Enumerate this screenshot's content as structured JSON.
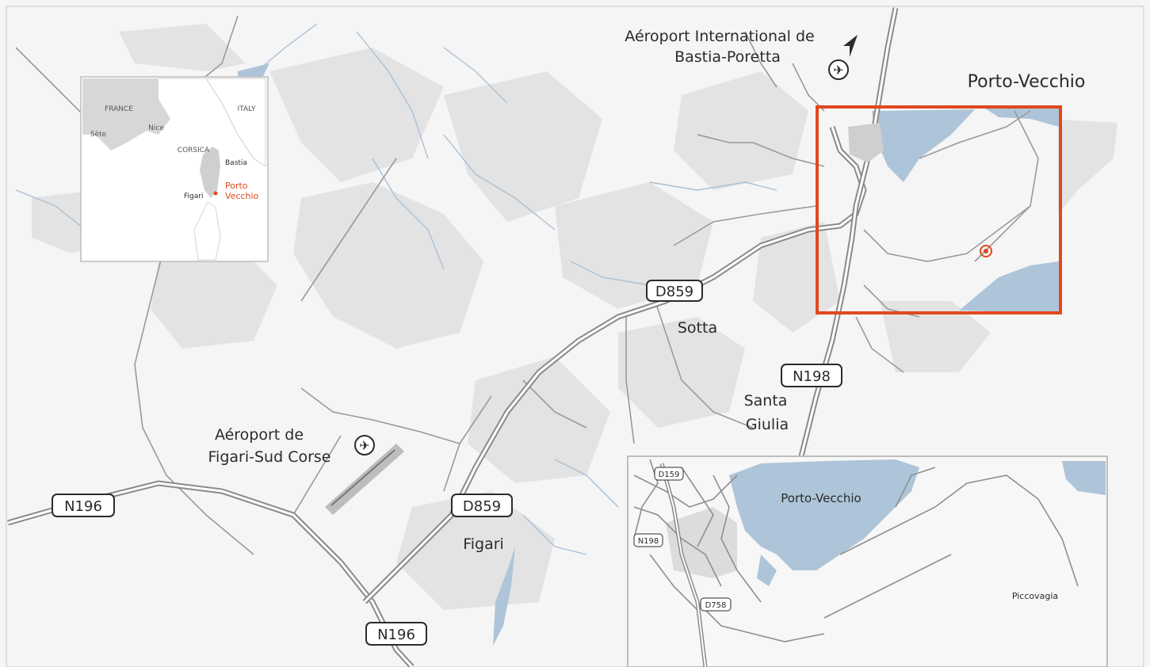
{
  "map": {
    "labels": {
      "airport_bastia": "Aéroport International de",
      "airport_bastia_2": "Bastia-Poretta",
      "porto_vecchio": "Porto-Vecchio",
      "sotta": "Sotta",
      "santa_giulia": "Santa",
      "santa_giulia_2": "Giulia",
      "airport_figari": "Aéroport de",
      "airport_figari_2": "Figari-Sud Corse",
      "figari": "Figari"
    },
    "roads": {
      "d859_a": "D859",
      "d859_b": "D859",
      "n198": "N198",
      "n196_a": "N196",
      "n196_b": "N196"
    },
    "icons": [
      "airport-icon",
      "north-arrow-icon",
      "location-marker-icon"
    ],
    "colors": {
      "water": "#aec4d8",
      "land": "#e4e4e4",
      "background": "#f4f4f4",
      "highlight": "#e0481f",
      "road": "#8a8a8a"
    }
  },
  "inset_locator": {
    "labels": {
      "france": "FRANCE",
      "italy": "ITALY",
      "sete": "Sète",
      "nice": "Nice",
      "corsica": "CORSICA",
      "bastia": "Bastia",
      "figari": "Figari",
      "porto": "Porto",
      "vecchio": "Vecchio"
    }
  },
  "inset_detail": {
    "labels": {
      "porto_vecchio": "Porto-Vecchio",
      "piccovagia": "Piccovagia"
    },
    "roads": {
      "d159": "D159",
      "n198": "N198",
      "d758": "D758"
    }
  }
}
